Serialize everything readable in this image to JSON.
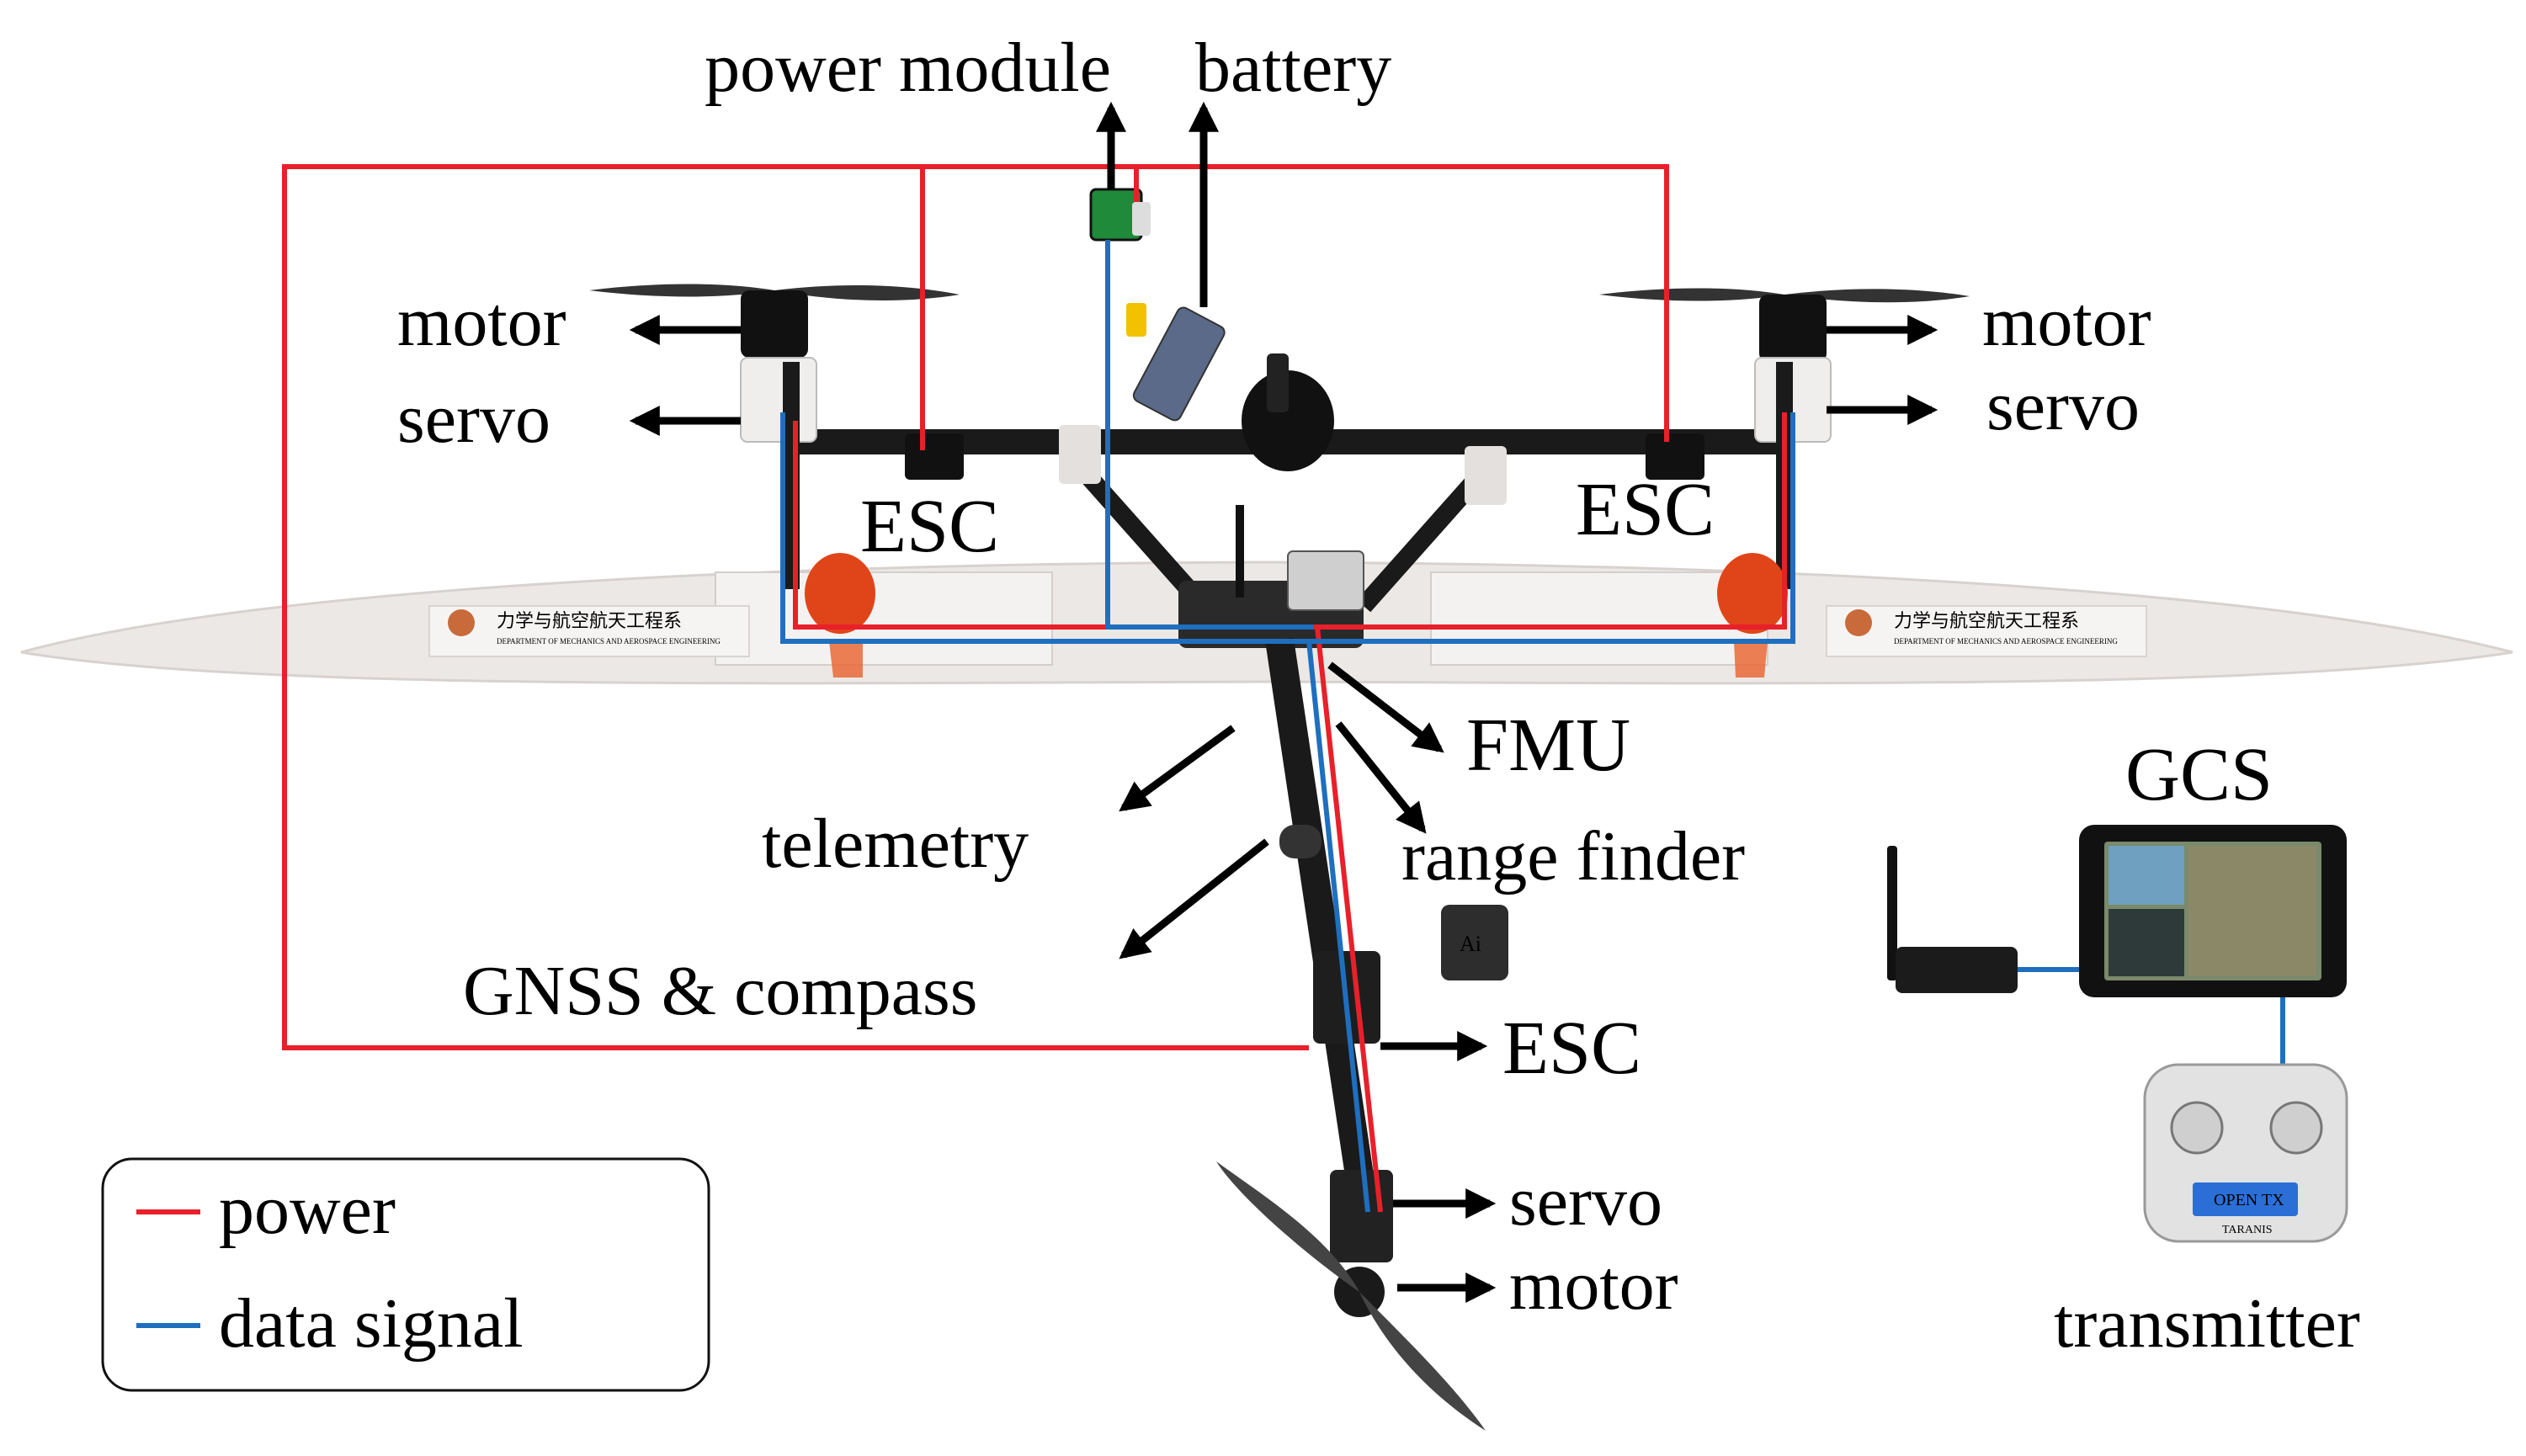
{
  "labels": {
    "power_module": "power module",
    "battery": "battery",
    "motor_left": "motor",
    "servo_left": "servo",
    "motor_right": "motor",
    "servo_right": "servo",
    "esc_left": "ESC",
    "esc_right": "ESC",
    "fmu": "FMU",
    "telemetry": "telemetry",
    "range_finder": "range finder",
    "gnss_compass": "GNSS & compass",
    "esc_tail": "ESC",
    "servo_tail": "servo",
    "motor_tail": "motor",
    "gcs": "GCS",
    "transmitter": "transmitter",
    "wing_text": "力学与航空航天工程系",
    "wing_subtext": "DEPARTMENT OF MECHANICS AND AEROSPACE ENGINEERING",
    "tx_screen": "OPEN TX",
    "tx_brand": "TARANIS",
    "rangefinder_mark": "Ai"
  },
  "legend": {
    "items": [
      {
        "label": "power",
        "color": "#e8202a"
      },
      {
        "label": "data signal",
        "color": "#1f6fbf"
      }
    ]
  },
  "colors": {
    "power": "#e8202a",
    "signal": "#1f6fbf",
    "airframe": "#1a1a1a",
    "wing": "#ece8e6",
    "motor_cover": "#e0451a"
  }
}
